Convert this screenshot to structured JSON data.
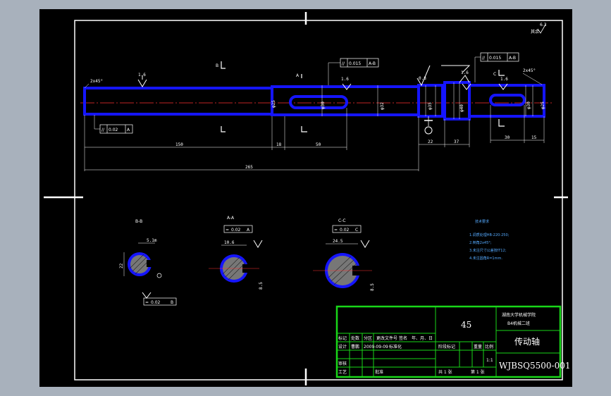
{
  "drawing": {
    "roughness_corner": "其余",
    "roughness_corner_value": "6.3"
  },
  "main_view": {
    "dims": [
      "150",
      "18",
      "50",
      "22",
      "37",
      "30",
      "15",
      "265"
    ],
    "diam_labels": [
      "φ25",
      "φ30",
      "φ32",
      "φ35",
      "φ40",
      "φ30",
      "φ25"
    ],
    "roughness": [
      "1.6",
      "1.6",
      "0.8",
      "1.6",
      "1.6"
    ],
    "tolerance_frames": [
      {
        "sym": "//",
        "val": "0.015",
        "ref": "A-B"
      },
      {
        "sym": "//",
        "val": "0.02",
        "ref": "A"
      },
      {
        "sym": "//",
        "val": "0.015",
        "ref": "A-B"
      }
    ],
    "section_letters": [
      "B",
      "A",
      "C"
    ],
    "chamfers": [
      "2x45°",
      "2x45°"
    ]
  },
  "sections": {
    "bb": {
      "title": "B-B",
      "dims": [
        "5.1m",
        "22"
      ],
      "tol": {
        "sym": "=",
        "val": "0.02",
        "ref": "B"
      }
    },
    "aa": {
      "title": "A-A",
      "dims": [
        "10.6",
        "8.5"
      ],
      "tol": {
        "sym": "=",
        "val": "0.02",
        "ref": "A"
      }
    },
    "cc": {
      "title": "C-C",
      "dims": [
        "24.5",
        "8.5"
      ],
      "tol": {
        "sym": "=",
        "val": "0.02",
        "ref": "C"
      }
    }
  },
  "tech_requirements": {
    "title": "技术要求",
    "lines": [
      "1.调质处理HB-220-250;",
      "2.倒角2x45°;",
      "3.未注尺寸公差按IT12;",
      "4.未注圆角R=1mm."
    ]
  },
  "title_block": {
    "material": "45",
    "school": "湖南大学机械学院",
    "school2": "B4机械二班",
    "part_name": "传动轴",
    "drawing_no": "WJBSQ5500-001",
    "scale": "1:1",
    "header_cells": [
      "标记",
      "处数",
      "分区",
      "更改文件号",
      "签名",
      "年、月、日"
    ],
    "row_design": [
      "设计",
      "曹鹏",
      "2009-09-09",
      "标准化"
    ],
    "row_review": [
      "审核",
      "工艺",
      "批准"
    ],
    "stage_cells": [
      "阶段标记",
      "重量",
      "比例"
    ],
    "sheet_cells": [
      "共 1 张",
      "第 1 张"
    ],
    "stage_mark": "",
    "weight": ""
  }
}
